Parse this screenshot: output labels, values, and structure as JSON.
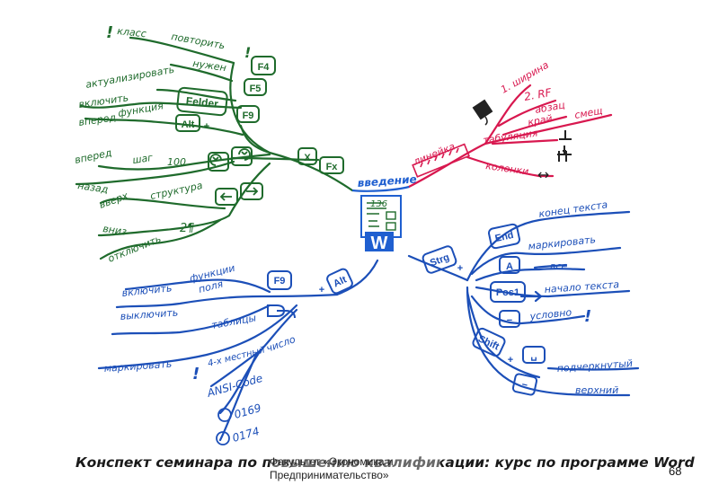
{
  "slide": {
    "caption": "Конспект семинара по повышению квалификации: курс по программе Word",
    "footer_line1": "Факультет «Экономика и",
    "footer_line2": "Предпринимательство»",
    "page_number": "68"
  },
  "colors": {
    "green": "#1f6b2c",
    "pink": "#d8184f",
    "blue": "#1c4fb8",
    "center": "#1f5fd0"
  },
  "center": {
    "title": "введение",
    "page_ref": "136",
    "logo": "W"
  },
  "green_branch": {
    "exclaim": "!",
    "klass": "класс",
    "povtoryat": "повторить",
    "nuzhen": "нужен",
    "f4": "F4",
    "aktualizirovat": "актуализировать",
    "vklyuchit": "включить",
    "f5": "F5",
    "felder": "Felder",
    "funkciya": "функция",
    "f9": "F9",
    "vpered": "вперед",
    "alt": "Alt",
    "plus": "+",
    "x_key": "X",
    "fx_key": "Fx",
    "vpered2": "вперед",
    "shag": "шаг",
    "hundred": "100",
    "nazad": "назад",
    "vverkh": "вверх",
    "struktura": "структура",
    "vniz": "вниз",
    "pilcrow": "2¶",
    "otklyuchit": "отключить"
  },
  "pink_branch": {
    "lineyka": "линейка",
    "tabulyaciya": "табуляция",
    "shirina": "1. ширина",
    "razrf": "2. RF",
    "abzac": "абзац",
    "kray": "край",
    "smeshchenie": "смещ",
    "kolonki": "колонки",
    "arrow": "↔"
  },
  "blue_right": {
    "strg": "Strg",
    "plus": "+",
    "end": "End",
    "konec": "конец текста",
    "a_key": "A",
    "markirovat": "маркировать",
    "vse": "все",
    "pos1": "Pos1",
    "nachalo": "начало текста",
    "minus": "−",
    "uslovno": "условно",
    "exclaim": "!",
    "shift": "Shift",
    "plus2": "+",
    "space": "␣",
    "underline": "подчеркнутый",
    "ver": "верхний",
    "minus2": "−"
  },
  "blue_left": {
    "alt": "Alt",
    "plus": "+",
    "f9": "F9",
    "vklyuchit": "включить",
    "funkcii": "функции",
    "polya": "поля",
    "otklyuchit": "выключить",
    "tablicy": "таблицы",
    "markirovat": "маркировать",
    "chislo": "число",
    "exclaim": "!",
    "mestnyy": "4-x местный",
    "ansi": "ANSI-Code",
    "copy": "0169",
    "reg": "0174"
  }
}
